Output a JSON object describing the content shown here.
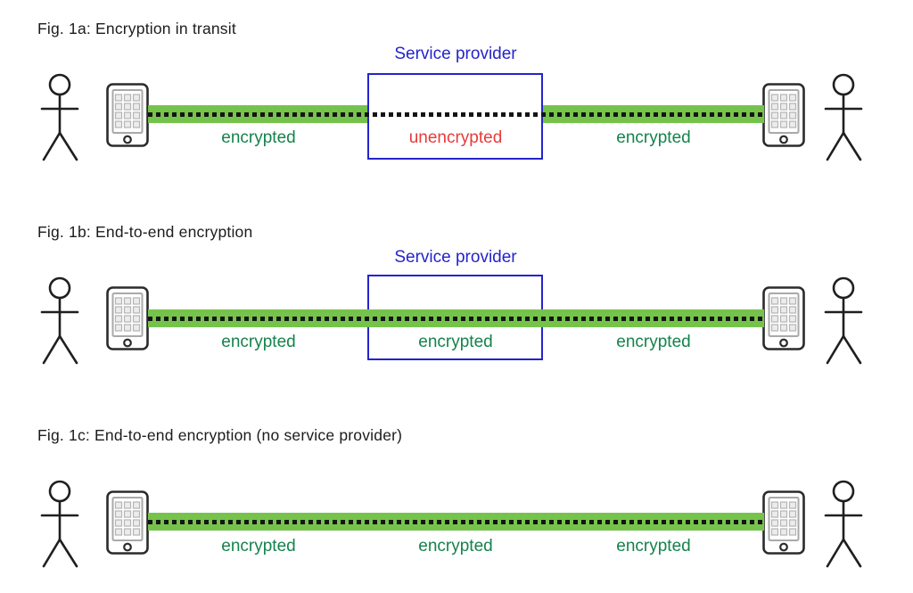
{
  "figures": [
    {
      "title": "Fig. 1a: Encryption in transit",
      "provider_label": "Service provider",
      "labels": [
        "encrypted",
        "unencrypted",
        "encrypted"
      ],
      "provider_section_state": "unencrypted",
      "has_provider_box": true
    },
    {
      "title": "Fig. 1b: End-to-end encryption",
      "provider_label": "Service provider",
      "labels": [
        "encrypted",
        "encrypted",
        "encrypted"
      ],
      "provider_section_state": "encrypted",
      "has_provider_box": true
    },
    {
      "title": "Fig. 1c: End-to-end encryption (no service provider)",
      "labels": [
        "encrypted",
        "encrypted",
        "encrypted"
      ],
      "has_provider_box": false
    }
  ],
  "icons": {
    "endpoint_user": "stick-figure-icon",
    "endpoint_device": "smartphone-icon"
  },
  "colors": {
    "channel_bar_green": "#76c34c",
    "encrypted_label_green": "#15834b",
    "unencrypted_label_red": "#e93b3b",
    "provider_blue": "#2424cc",
    "dotted_line_black": "#141414",
    "title_ink": "#1c1c1c"
  }
}
